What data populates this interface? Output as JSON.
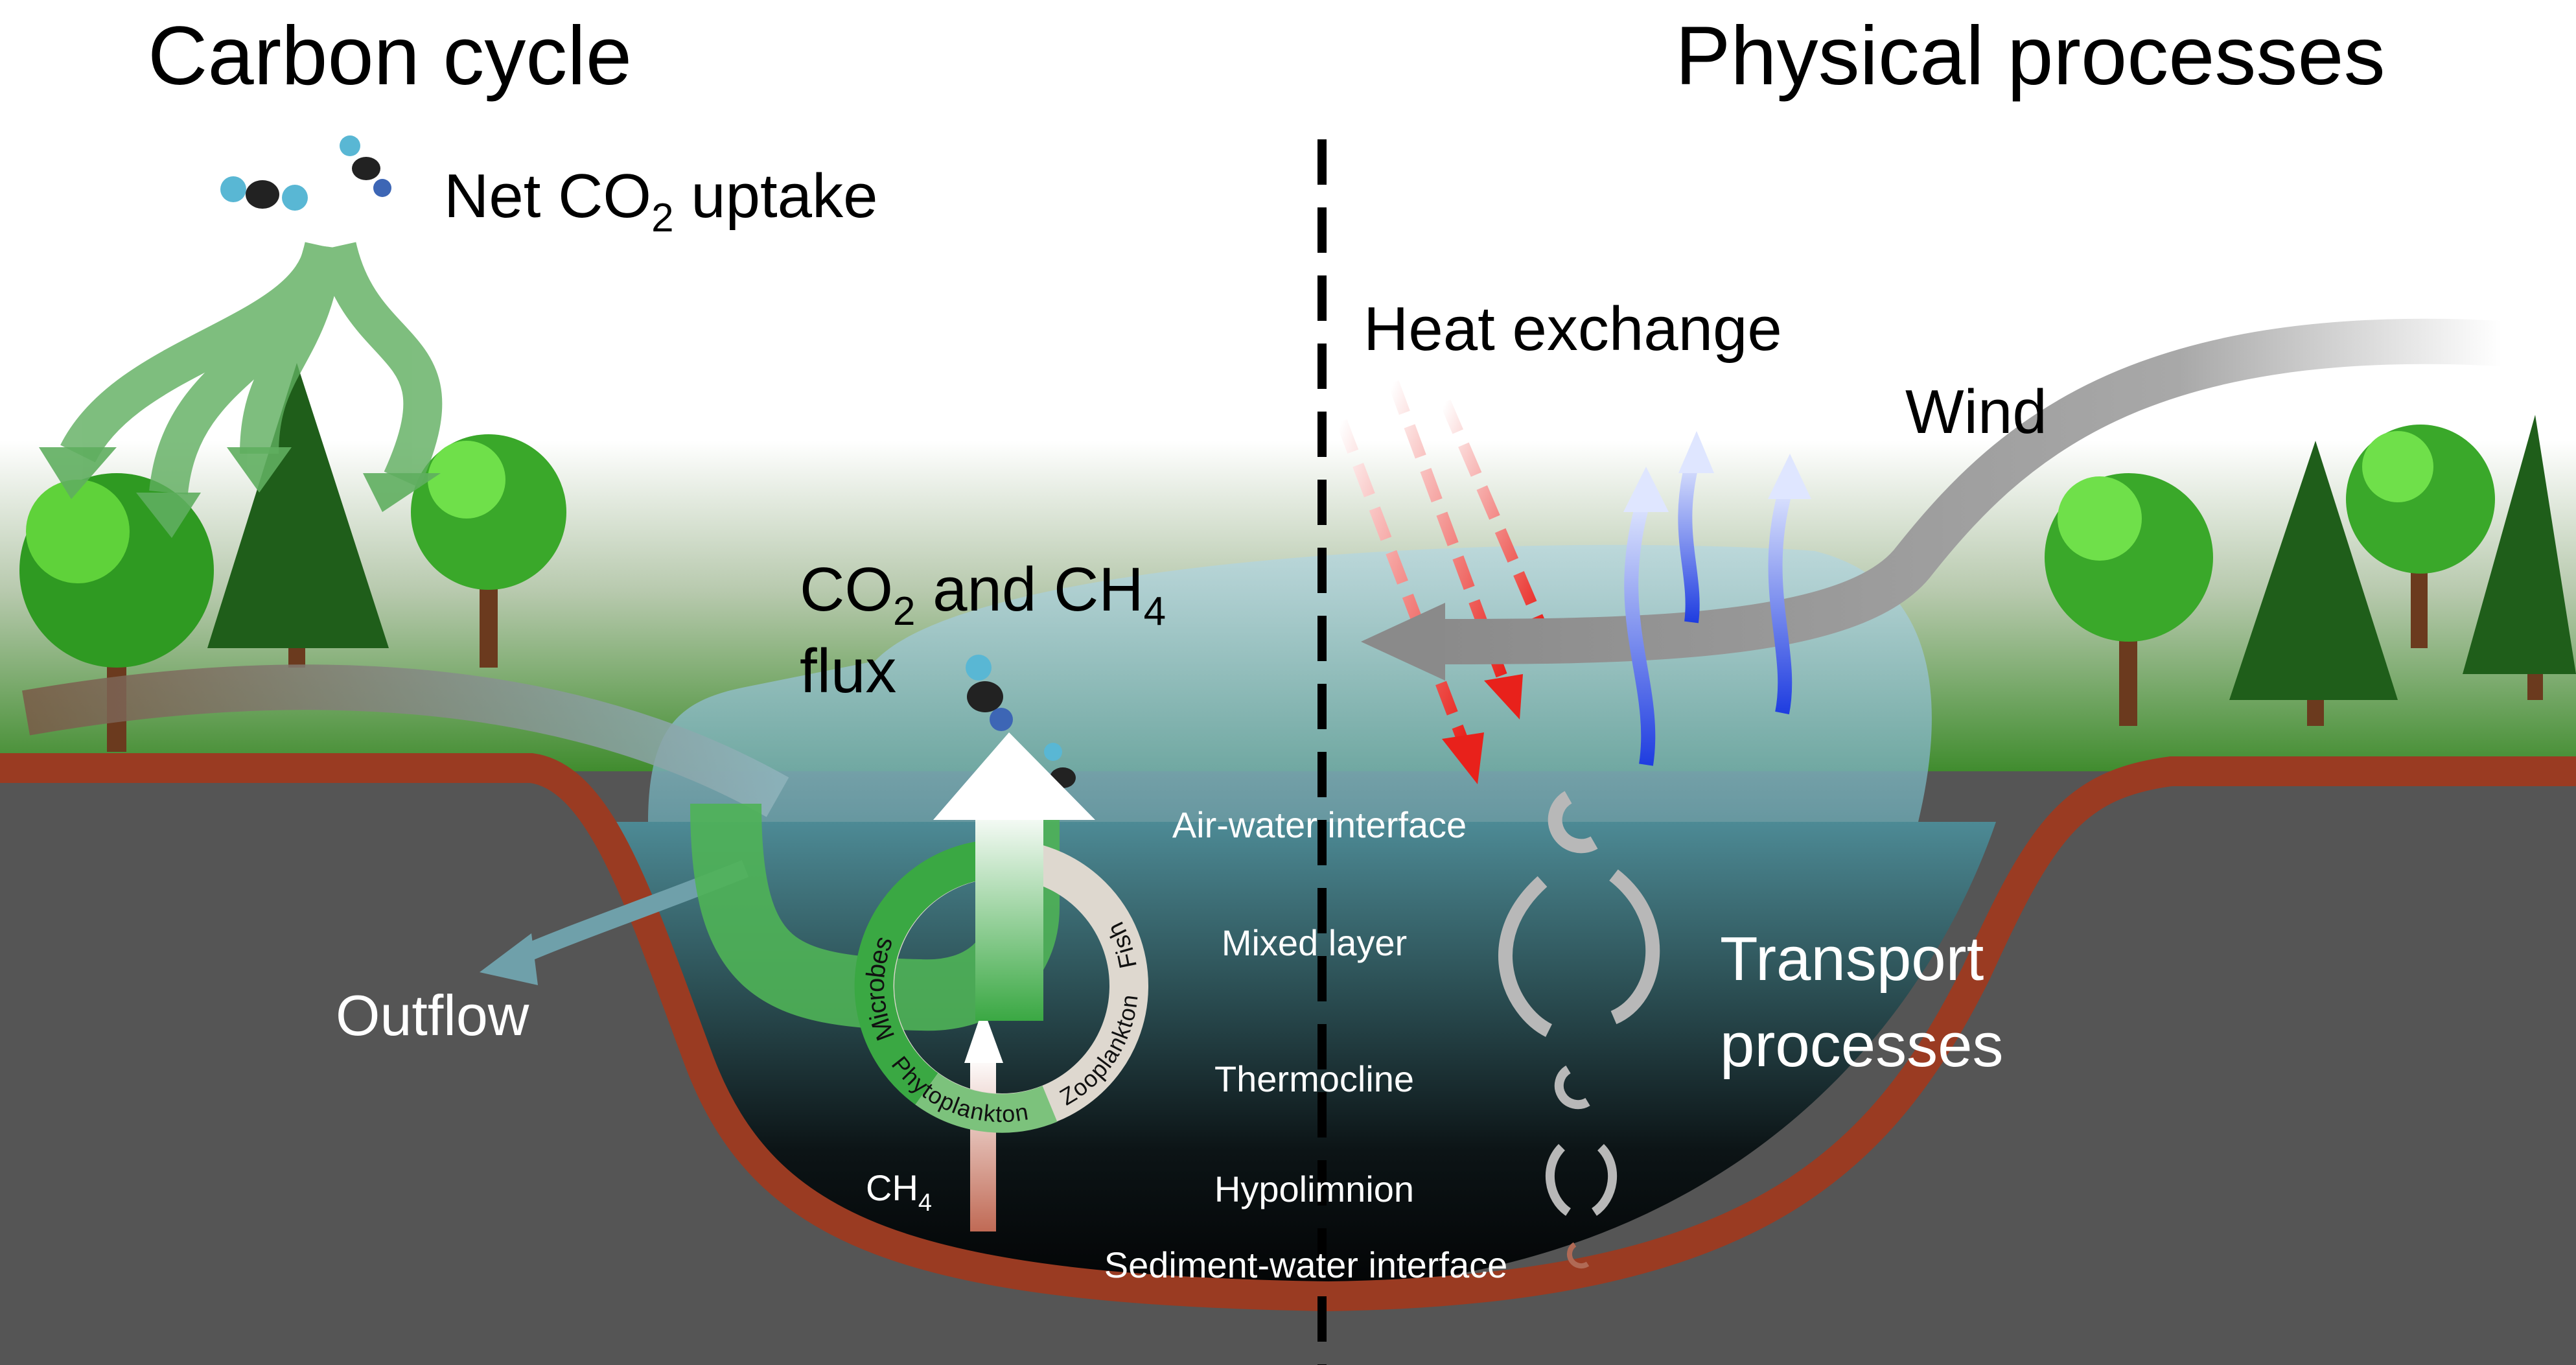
{
  "titles": {
    "left": "Carbon cycle",
    "right": "Physical processes"
  },
  "carbon": {
    "uptake_main": "Net CO",
    "uptake_sub": "2",
    "uptake_tail": " uptake",
    "flux_co2": "CO",
    "flux_co2_sub": "2",
    "flux_and": " and CH",
    "flux_ch4_sub": "4",
    "flux_line2": "flux",
    "outflow": "Outflow",
    "ch4": "CH",
    "ch4_sub": "4",
    "cycle": [
      "Microbes",
      "Phytoplankton",
      "Zooplankton",
      "Fish"
    ]
  },
  "physical": {
    "heat": "Heat exchange",
    "wind": "Wind",
    "transport_1": "Transport",
    "transport_2": "processes",
    "layers": [
      "Air-water interface",
      "Mixed layer",
      "Thermocline",
      "Hypolimnion",
      "Sediment-water interface"
    ]
  },
  "colors": {
    "ground": "#555555",
    "sediment": "#9a3b22",
    "water_top": "#4d8a95",
    "water_bottom": "#050708",
    "grass": "#3f8a2a",
    "uptake_arrow": "#5fae5f",
    "heat_arrow": "#e8211b",
    "upwelling_arrow": "#2040e0",
    "wind_arrow": "#9a9a9a"
  }
}
